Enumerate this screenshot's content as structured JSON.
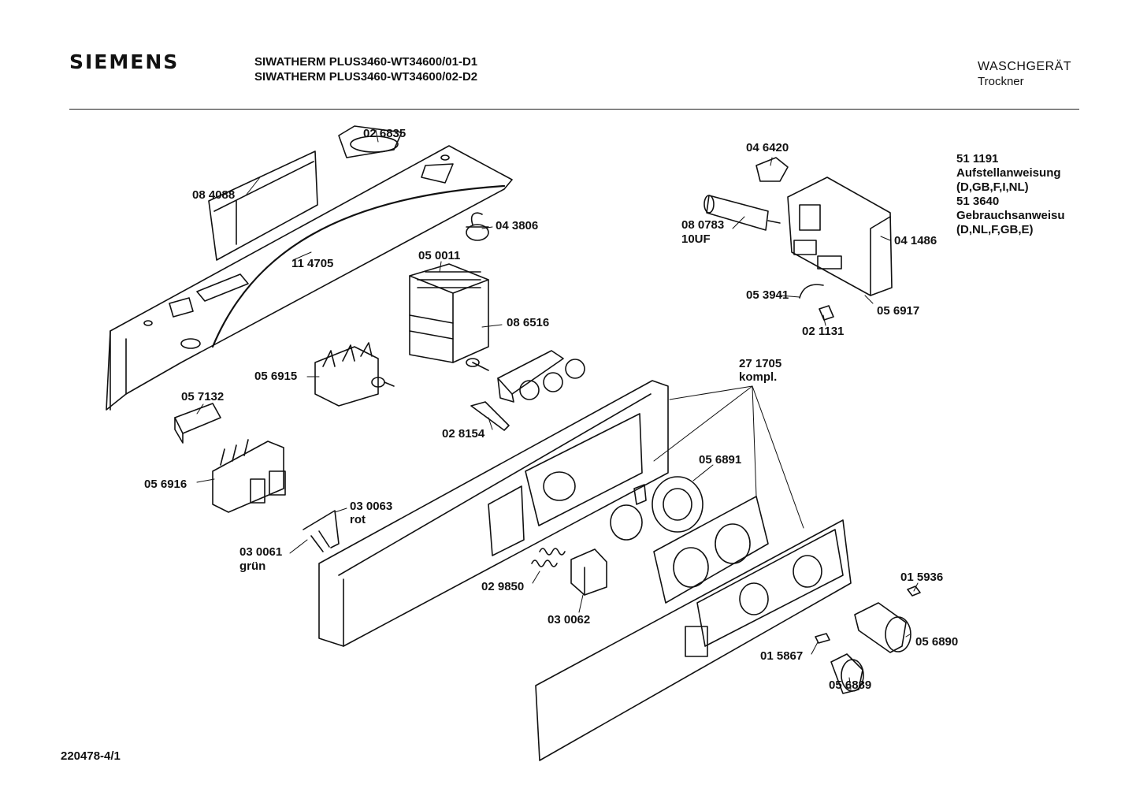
{
  "header": {
    "brand": "SIEMENS",
    "model_line_1": "SIWATHERM PLUS3460-WT34600/01-D1",
    "model_line_2": "SIWATHERM PLUS3460-WT34600/02-D2",
    "category": "WASCHGERÄT",
    "subcategory": "Trockner"
  },
  "footer": {
    "document_number": "220478-4/1"
  },
  "documents": [
    {
      "part_no": "51 1191",
      "title": "Aufstellanweisung",
      "languages": "(D,GB,F,I,NL)"
    },
    {
      "part_no": "51 3640",
      "title": "Gebrauchsanweisu",
      "languages": "(D,NL,F,GB,E)"
    }
  ],
  "parts": {
    "p026835": "02 6835",
    "p084088": "08 4088",
    "p043806": "04 3806",
    "p114705": "11 4705",
    "p050011": "05 0011",
    "p086516": "08 6516",
    "p056915": "05 6915",
    "p057132": "05 7132",
    "p028154": "02 8154",
    "p056916": "05 6916",
    "p030063": "03 0063",
    "p030063_note": "rot",
    "p030061": "03 0061",
    "p030061_note": "grün",
    "p029850": "02 9850",
    "p030062": "03 0062",
    "p046420": "04 6420",
    "p080783": "08 0783",
    "p080783_note": "10UF",
    "p041486": "04 1486",
    "p053941": "05 3941",
    "p056917": "05 6917",
    "p021131": "02 1131",
    "p271705": "27 1705",
    "p271705_note": "kompl.",
    "p056891": "05 6891",
    "p015936": "01 5936",
    "p056890": "05 6890",
    "p015867": "01 5867",
    "p056889": "05 6889"
  }
}
